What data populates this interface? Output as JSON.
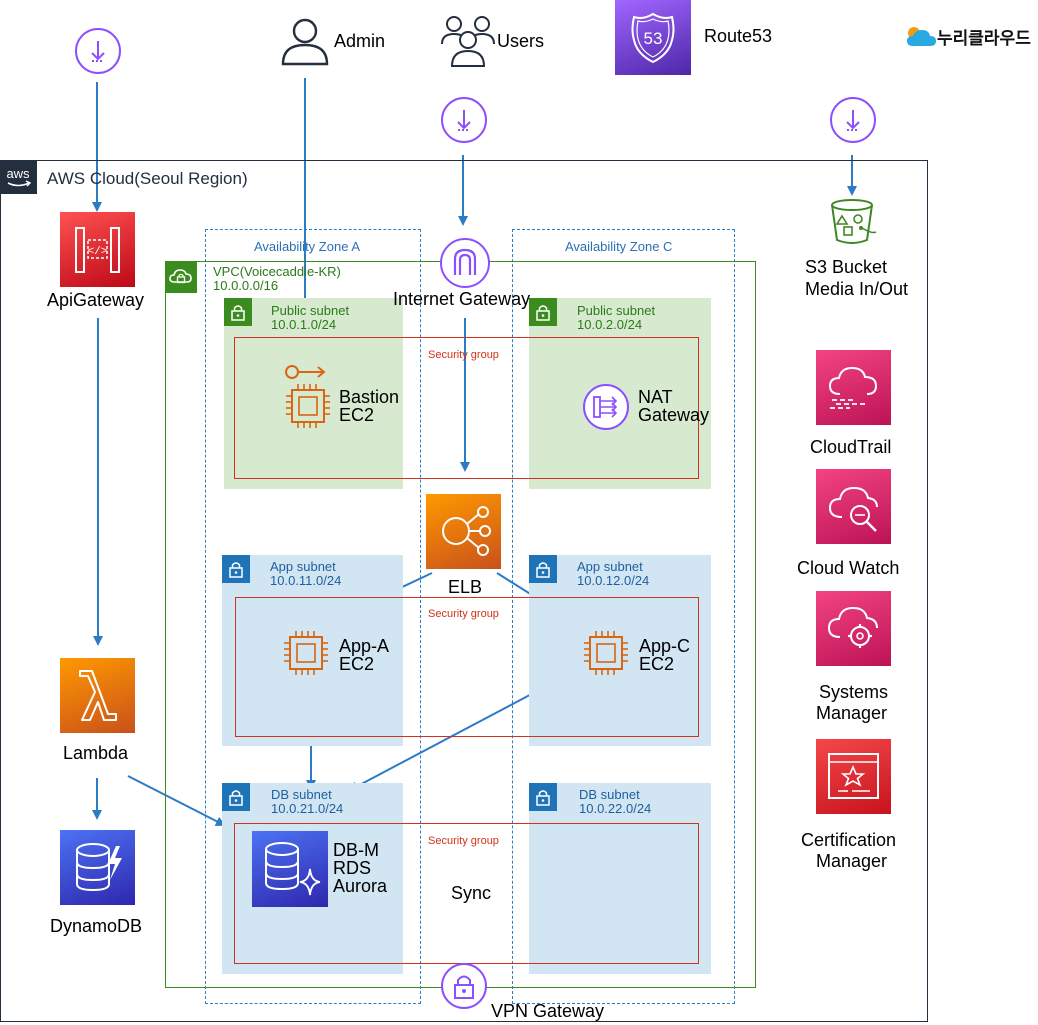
{
  "top": {
    "admin_label": "Admin",
    "users_label": "Users",
    "route53_label": "Route53",
    "logo_text": "누리클라우드"
  },
  "cloud": {
    "title": "AWS Cloud(Seoul Region)",
    "aws_badge": "aws"
  },
  "zones": {
    "a": "Availability Zone A",
    "c": "Availability Zone C"
  },
  "vpc": {
    "name": "VPC(Voicecaddie-KR)",
    "cidr": "10.0.0.0/16"
  },
  "subnets": {
    "public_a": {
      "title": "Public subnet",
      "cidr": "10.0.1.0/24"
    },
    "public_c": {
      "title": "Public subnet",
      "cidr": "10.0.2.0/24"
    },
    "app_a": {
      "title": "App subnet",
      "cidr": "10.0.11.0/24"
    },
    "app_c": {
      "title": "App subnet",
      "cidr": "10.0.12.0/24"
    },
    "db_a": {
      "title": "DB subnet",
      "cidr": "10.0.21.0/24"
    },
    "db_c": {
      "title": "DB subnet",
      "cidr": "10.0.22.0/24"
    }
  },
  "security_group": "Security group",
  "nodes": {
    "internet_gateway": "Internet Gateway",
    "bastion_l1": "Bastion",
    "bastion_l2": "EC2",
    "nat_l1": "NAT",
    "nat_l2": "Gateway",
    "elb": "ELB",
    "app_a_l1": "App-A",
    "app_a_l2": "EC2",
    "app_c_l1": "App-C",
    "app_c_l2": "EC2",
    "db_l1": "DB-M",
    "db_l2": "RDS",
    "db_l3": "Aurora",
    "sync": "Sync",
    "vpn_gateway": "VPN Gateway",
    "api_gateway": "ApiGateway",
    "lambda": "Lambda",
    "dynamodb": "DynamoDB",
    "s3_l1": "S3 Bucket",
    "s3_l2": "Media In/Out",
    "cloudtrail": "CloudTrail",
    "cloudwatch": "Cloud Watch",
    "sysmgr_l1": "Systems",
    "sysmgr_l2": "Manager",
    "certmgr_l1": "Certification",
    "certmgr_l2": "Manager"
  },
  "colors": {
    "arrow": "#2b7bc6",
    "vpc_border": "#3a8c1f",
    "public_fill": "#d7ead0",
    "app_fill": "#d2e5f3",
    "security_group": "#d0321e",
    "compute_orange": "#d86613",
    "purple": "#8c4fff",
    "management_pink": "#e7157b",
    "security_red": "#dd344c"
  }
}
